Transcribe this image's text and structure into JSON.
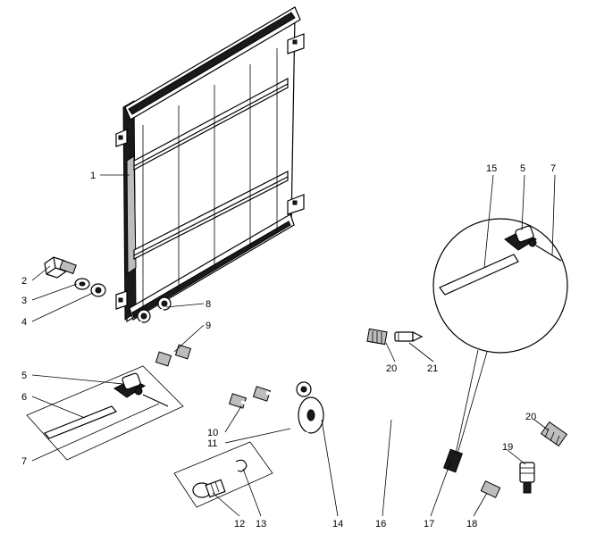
{
  "callouts": {
    "c1": "1",
    "c2": "2",
    "c3": "3",
    "c4": "4",
    "c5": "5",
    "c6": "6",
    "c7": "7",
    "c8": "8",
    "c9": "9",
    "c10": "10",
    "c11": "11",
    "c12": "12",
    "c13": "13",
    "c14": "14",
    "c15": "15",
    "c5b": "5",
    "c7b": "7",
    "c16": "16",
    "c17": "17",
    "c18": "18",
    "c19": "19",
    "c20": "20",
    "c20b": "20",
    "c21": "21"
  }
}
